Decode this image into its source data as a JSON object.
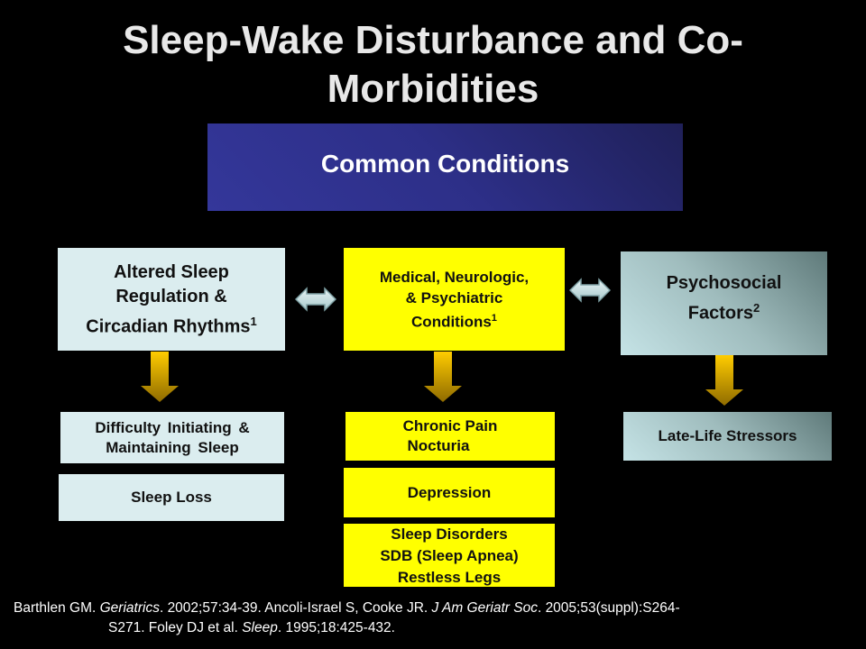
{
  "title": "Sleep-Wake Disturbance and Co-Morbidities",
  "title_lines": [
    "Sleep-Wake Disturbance and Co-",
    "Morbidities"
  ],
  "header_box": "Common Conditions",
  "columns": [
    {
      "heading_lines": [
        "Altered Sleep",
        "Regulation &",
        "Circadian Rhythms"
      ],
      "superscript": "1",
      "items": [
        {
          "lines": [
            "Difficulty Initiating &",
            "Maintaining Sleep"
          ]
        },
        {
          "lines": [
            "Sleep Loss"
          ]
        }
      ]
    },
    {
      "heading_lines": [
        "Medical, Neurologic,",
        "& Psychiatric",
        "Conditions"
      ],
      "superscript": "1",
      "items": [
        {
          "lines": [
            "Chronic Pain",
            "Nocturia"
          ]
        },
        {
          "lines": [
            "Depression"
          ]
        },
        {
          "lines": [
            "Sleep Disorders",
            "SDB (Sleep Apnea)",
            "Restless Legs"
          ]
        }
      ]
    },
    {
      "heading_lines": [
        "Psychosocial",
        "Factors"
      ],
      "superscript": "2",
      "items": [
        {
          "lines": [
            "Late-Life Stressors"
          ]
        }
      ]
    }
  ],
  "references": {
    "r1_author": "Barthlen GM. ",
    "r1_journal": "Geriatrics",
    "r1_rest": ". 2002;57:34-39.  Ancoli-Israel S, Cooke JR. ",
    "r2_journal": "J Am Geriatr Soc",
    "r2_rest": ". 2005;53(suppl):S264-",
    "line2_a": "S271. Foley DJ et al.  ",
    "r3_journal": "Sleep",
    "r3_rest": ". 1995;18:425-432."
  },
  "colors": {
    "background": "#000000",
    "header_box": "#2d2f88",
    "yellow": "#ffff00",
    "light_blue": "#dbedef",
    "arrow_gold": "#d4a300"
  }
}
